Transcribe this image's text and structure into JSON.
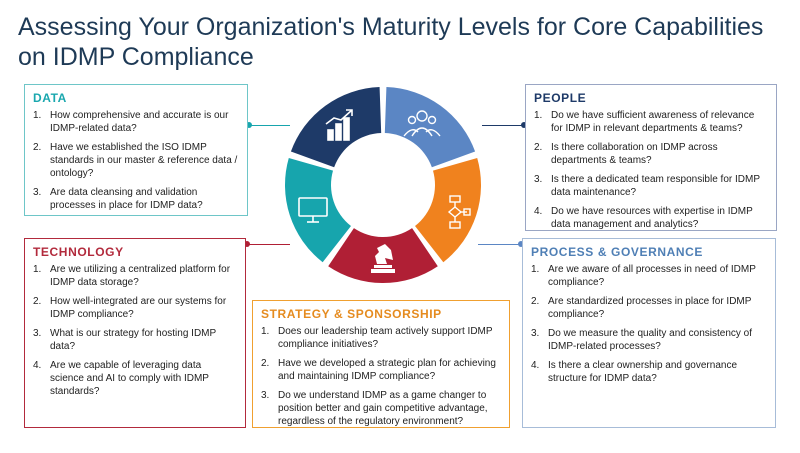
{
  "title_line1": "Assessing Your Organization's Maturity Levels for Core Capabilities",
  "title_line2": "on IDMP Compliance",
  "colors": {
    "data": "#17a5ad",
    "people": "#1e3a68",
    "process": "#5b86c4",
    "strategy": "#f0821e",
    "technology": "#b01f35"
  },
  "wheel_icons": [
    "growth-chart-icon",
    "team-icon",
    "flowchart-icon",
    "chess-knight-icon",
    "monitor-icon"
  ],
  "sections": {
    "data": {
      "heading": "DATA",
      "items": [
        {
          "n": "1.",
          "text": "How comprehensive and accurate is our IDMP-related data?"
        },
        {
          "n": "2.",
          "text": "Have we established the ISO IDMP standards in our master & reference data / ontology?"
        },
        {
          "n": "3.",
          "text": "Are data cleansing and validation processes in place for IDMP data?"
        }
      ]
    },
    "people": {
      "heading": "PEOPLE",
      "items": [
        {
          "n": "1.",
          "text": "Do we have sufficient awareness of relevance for IDMP in relevant departments & teams?"
        },
        {
          "n": "2.",
          "text": "Is there collaboration on IDMP across departments & teams?"
        },
        {
          "n": "3.",
          "text": "Is there a dedicated team responsible for IDMP data maintenance?"
        },
        {
          "n": "4.",
          "text": "Do we have resources with expertise in IDMP data management and analytics?"
        }
      ]
    },
    "technology": {
      "heading": "TECHNOLOGY",
      "items": [
        {
          "n": "1.",
          "text": "Are we utilizing a centralized platform for IDMP data storage?"
        },
        {
          "n": "2.",
          "text": "How well-integrated are our systems for IDMP compliance?"
        },
        {
          "n": "3.",
          "text": "What is our strategy for hosting IDMP data?"
        },
        {
          "n": "4.",
          "text": "Are we capable of leveraging data science and AI to comply with IDMP standards?"
        }
      ]
    },
    "process": {
      "heading": "PROCESS & GOVERNANCE",
      "items": [
        {
          "n": "1.",
          "text": "Are we aware of all processes in need of IDMP compliance?"
        },
        {
          "n": "2.",
          "text": "Are standardized processes in place for IDMP compliance?"
        },
        {
          "n": "3.",
          "text": "Do we measure the quality and consistency of IDMP-related processes?"
        },
        {
          "n": "4.",
          "text": "Is there a clear ownership and governance structure for IDMP data?"
        }
      ]
    },
    "strategy": {
      "heading": "STRATEGY & SPONSORSHIP",
      "items": [
        {
          "n": "1.",
          "text": "Does our leadership team actively support IDMP compliance initiatives?"
        },
        {
          "n": "2.",
          "text": "Have we developed a strategic plan for achieving and maintaining IDMP compliance?"
        },
        {
          "n": "3.",
          "text": "Do we understand IDMP as a game changer to position better and gain competitive advantage, regardless of the regulatory environment?"
        }
      ]
    }
  }
}
